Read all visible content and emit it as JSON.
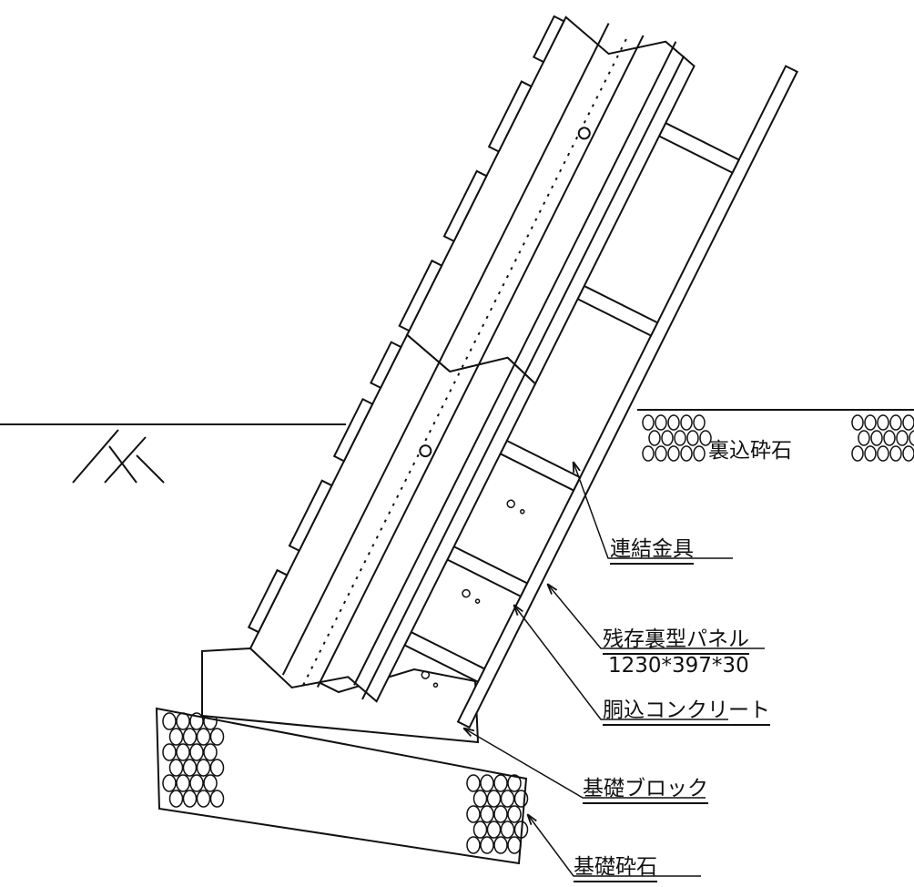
{
  "labels": {
    "backfill_gravel": "裏込砕石",
    "connector": "連結金具",
    "panel": "残存裏型パネル",
    "panel_size": "1230*397*30",
    "fill_concrete": "胴込コンクリート",
    "foundation_block": "基礎ブロック",
    "foundation_gravel": "基礎砕石"
  },
  "colors": {
    "line": "#111111",
    "background": "#ffffff"
  }
}
